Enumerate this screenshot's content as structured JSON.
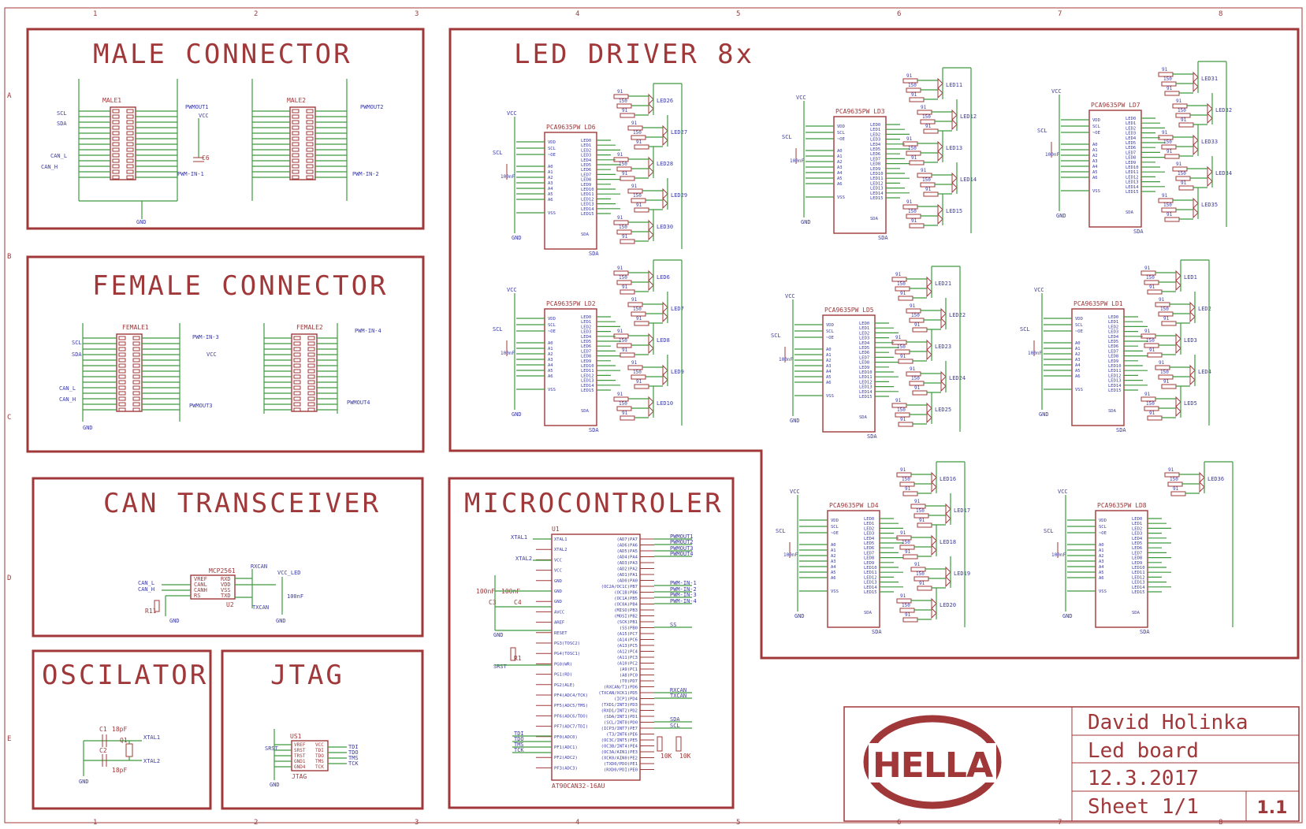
{
  "colors": {
    "frame": "#a0383a",
    "wire": "#3f9a3f",
    "net": "#3a3aa8",
    "logo": "#a0383a"
  },
  "grid": {
    "columns": [
      "1",
      "2",
      "3",
      "4",
      "5",
      "6",
      "7",
      "8"
    ],
    "rows": [
      "A",
      "B",
      "C",
      "D",
      "E"
    ]
  },
  "sections": {
    "male": "MALE CONNECTOR",
    "female": "FEMALE CONNECTOR",
    "can": "CAN TRANSCEIVER",
    "osc": "OSCILATOR",
    "jtag": "JTAG",
    "led": "LED DRIVER 8x",
    "mcu": "MICROCONTROLER"
  },
  "male": {
    "parts": [
      "MALE1",
      "MALE2"
    ],
    "nets": [
      "SCL",
      "SDA",
      "CAN_L",
      "CAN_H",
      "PWMOUT1",
      "PWMOUT2",
      "VCC",
      "PWM-IN-1",
      "PWM-IN-2",
      "GND",
      "C6"
    ]
  },
  "female": {
    "parts": [
      "FEMALE1",
      "FEMALE2"
    ],
    "nets": [
      "SCL",
      "SDA",
      "CAN_L",
      "CAN_H",
      "PWM-IN-3",
      "PWM-IN-4",
      "VCC",
      "PWMOUT3",
      "PWMOUT4",
      "GND"
    ]
  },
  "can": {
    "chip": "MCP2561",
    "chip_ref": "U2",
    "pins_left": [
      "VREF",
      "CANL",
      "CANH",
      "RS"
    ],
    "pins_right": [
      "RXD",
      "VDD",
      "VSS",
      "TXD"
    ],
    "nets": [
      "CAN_L",
      "CAN_H",
      "RXCAN",
      "TXCAN",
      "VCC_LED",
      "100nF",
      "R11",
      "GND"
    ]
  },
  "osc": {
    "nets": [
      "XTAL1",
      "XTAL2",
      "GND",
      "18pF",
      "18pF"
    ],
    "parts": [
      "C1",
      "C2",
      "Q1"
    ]
  },
  "jtag": {
    "part": "US1",
    "label": "JTAG",
    "pins_left": [
      "VREF",
      "SRST",
      "TRST",
      "GND1",
      "GND4"
    ],
    "pins_right": [
      "VCC",
      "TDI",
      "TDO",
      "TMS",
      "TCK"
    ],
    "nets": [
      "SRST",
      "TDI",
      "TDO",
      "TMS",
      "TCK",
      "GND"
    ]
  },
  "drivers": [
    {
      "chip": "PCA9635PW",
      "ref": "LD6",
      "leds": [
        "LED26",
        "LED27",
        "LED28",
        "LED29",
        "LED30"
      ]
    },
    {
      "chip": "PCA9635PW",
      "ref": "LD3",
      "leds": [
        "LED11",
        "LED12",
        "LED13",
        "LED14",
        "LED15"
      ]
    },
    {
      "chip": "PCA9635PW",
      "ref": "LD7",
      "leds": [
        "LED31",
        "LED32",
        "LED33",
        "LED34",
        "LED35"
      ]
    },
    {
      "chip": "PCA9635PW",
      "ref": "LD2",
      "leds": [
        "LED6",
        "LED7",
        "LED8",
        "LED9",
        "LED10"
      ]
    },
    {
      "chip": "PCA9635PW",
      "ref": "LD5",
      "leds": [
        "LED21",
        "LED22",
        "LED23",
        "LED24",
        "LED25"
      ]
    },
    {
      "chip": "PCA9635PW",
      "ref": "LD1",
      "leds": [
        "LED1",
        "LED2",
        "LED3",
        "LED4",
        "LED5"
      ]
    },
    {
      "chip": "PCA9635PW",
      "ref": "LD4",
      "leds": [
        "LED16",
        "LED17",
        "LED18",
        "LED19",
        "LED20"
      ]
    },
    {
      "chip": "PCA9635PW",
      "ref": "LD8",
      "leds": [
        "LED36"
      ]
    }
  ],
  "driver_pins": {
    "left": [
      "VDD",
      "SCL",
      "~OE",
      "A0",
      "A1",
      "A2",
      "A3",
      "A4",
      "A5",
      "A6",
      "VSS"
    ],
    "right": [
      "LED0",
      "LED1",
      "LED2",
      "LED3",
      "LED4",
      "LED5",
      "LED6",
      "LED7",
      "LED8",
      "LED9",
      "LED10",
      "LED11",
      "LED12",
      "LED13",
      "LED14",
      "LED15",
      "SDA"
    ]
  },
  "driver_nets": {
    "vcc": "VCC",
    "gnd": "GND",
    "scl": "SCL",
    "sda": "SDA",
    "cap": "100nF",
    "r1": "91",
    "r2": "150"
  },
  "mcu": {
    "ref": "U1",
    "chip": "AT90CAN32-16AU",
    "pins_left": [
      "XTAL1",
      "XTAL2",
      "VCC",
      "VCC",
      "GND",
      "GND",
      "GND",
      "AVCC",
      "AREF",
      "RESET",
      "PG3(TOSC2)",
      "PG4(TOSC1)",
      "PG0(WR)",
      "PG1(RD)",
      "PG2(ALE)",
      "PF4(ADC4/TCK)",
      "PF5(ADC5/TMS)",
      "PF6(ADC6/TDO)",
      "PF7(ADC7/TDI)",
      "PF0(ADC0)",
      "PF1(ADC1)",
      "PF2(ADC2)",
      "PF3(ADC3)"
    ],
    "pins_right": [
      "(AD7)PA7",
      "(AD6)PA6",
      "(AD5)PA5",
      "(AD4)PA4",
      "(AD3)PA3",
      "(AD2)PA2",
      "(AD1)PA1",
      "(AD0)PA0",
      "(OC2A/OC1C)PB7",
      "(OC1B)PB6",
      "(OC1A)PB5",
      "(OC0A)PB4",
      "(MISO)PB3",
      "(MOSI)PB2",
      "(SCK)PB1",
      "(SS)PB0",
      "(A15)PC7",
      "(A14)PC6",
      "(A13)PC5",
      "(A12)PC4",
      "(A11)PC3",
      "(A10)PC2",
      "(A9)PC1",
      "(A8)PC0",
      "(T0)PD7",
      "(RXCAN/T1)PD6",
      "(TXCAN/XCK1)PD5",
      "(ICP1)PD4",
      "(TXD1/INT3)PD3",
      "(RXD1/INT2)PD2",
      "(SDA/INT1)PD1",
      "(SCL/INT0)PD0",
      "(ICP3/INT7)PE7",
      "(T3/INT6)PE6",
      "(OC3C/INT5)PE5",
      "(OC3B/INT4)PE4",
      "(OC3A/AIN1)PE3",
      "(XCK0/AIN0)PE2",
      "(TXD0/PDO)PE1",
      "(RXD0/PDI)PE0"
    ],
    "nets": [
      "XTAL1",
      "XTAL2",
      "100nF",
      "100nF",
      "C3",
      "C4",
      "GND",
      "SRST",
      "R1",
      "PWMOUT1",
      "PWMOUT2",
      "PWMOUT3",
      "PWMOUT4",
      "PWM-IN-1",
      "PWM-IN-2",
      "PWM-IN-3",
      "PWM-IN-4",
      "SS",
      "RXCAN",
      "TXCAN",
      "SDA",
      "SCL",
      "TDI",
      "TDO",
      "TMS",
      "TCK",
      "10K",
      "10K"
    ]
  },
  "titleblock": {
    "logo": "HELLA",
    "author": "David Holinka",
    "project": "Led board",
    "date": "12.3.2017",
    "sheet": "Sheet 1/1",
    "rev": "1.1"
  }
}
